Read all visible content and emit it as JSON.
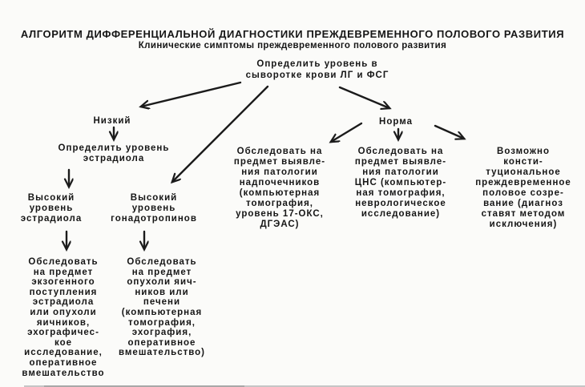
{
  "header": {
    "title": "АЛГОРИТМ ДИФФЕРЕНЦИАЛЬНОЙ ДИАГНОСТИКИ ПРЕЖДЕВРЕМЕННОГО ПОЛОВОГО РАЗВИТИЯ",
    "subtitle": "Клинические симптомы преждевременного полового развития"
  },
  "colors": {
    "ink": "#1a1a1a",
    "paper": "#fbfbf9"
  },
  "nodes": {
    "root": {
      "label": "Определить уровень в\nсыворотке крови ЛГ и ФСГ"
    },
    "low": {
      "label": "Низкий"
    },
    "normal": {
      "label": "Норма"
    },
    "estradiol_level": {
      "label": "Определить уровень\nэстрадиола"
    },
    "high_estradiol": {
      "label": "Высокий\nуровень\nэстрадиола"
    },
    "high_gonadotropins": {
      "label": "Высокий\nуровень\nгонадотропинов"
    },
    "exogenous_workup": {
      "label": "Обследовать\nна предмет\nэкзогенного\nпоступления\nэстрадиола\nили опухоли\nяичников,\nэхографичес-\nкое\nисследование,\nоперативное\nвмешательство"
    },
    "ovarian_tumor_workup": {
      "label": "Обследовать\nна предмет\nопухоли яич-\nников или\nпечени\n(компьютерная\nтомография,\nэхография,\nоперативное\nвмешательство)"
    },
    "adrenal_workup": {
      "label": "Обследовать на\nпредмет выявле-\nния патологии\nнадпочечников\n(компьютерная\nтомография,\nуровень 17-ОКС,\nДГЭАС)"
    },
    "cns_workup": {
      "label": "Обследовать на\nпредмет выявле-\nния патологии\nЦНС (компьютер-\nная томография,\nневрологическое\nисследование)"
    },
    "constitutional": {
      "label": "Возможно консти-\nтуциональное\nпреждевременное\nполовое созре-\nвание (диагноз\nставят методом\nисключения)"
    }
  },
  "edges": [
    {
      "from": "root",
      "to": "low"
    },
    {
      "from": "root",
      "to": "normal"
    },
    {
      "from": "root",
      "to": "high_gonadotropins"
    },
    {
      "from": "low",
      "to": "estradiol_level"
    },
    {
      "from": "estradiol_level",
      "to": "high_estradiol"
    },
    {
      "from": "high_estradiol",
      "to": "exogenous_workup"
    },
    {
      "from": "high_gonadotropins",
      "to": "ovarian_tumor_workup"
    },
    {
      "from": "normal",
      "to": "adrenal_workup"
    },
    {
      "from": "normal",
      "to": "cns_workup"
    },
    {
      "from": "normal",
      "to": "constitutional"
    }
  ]
}
